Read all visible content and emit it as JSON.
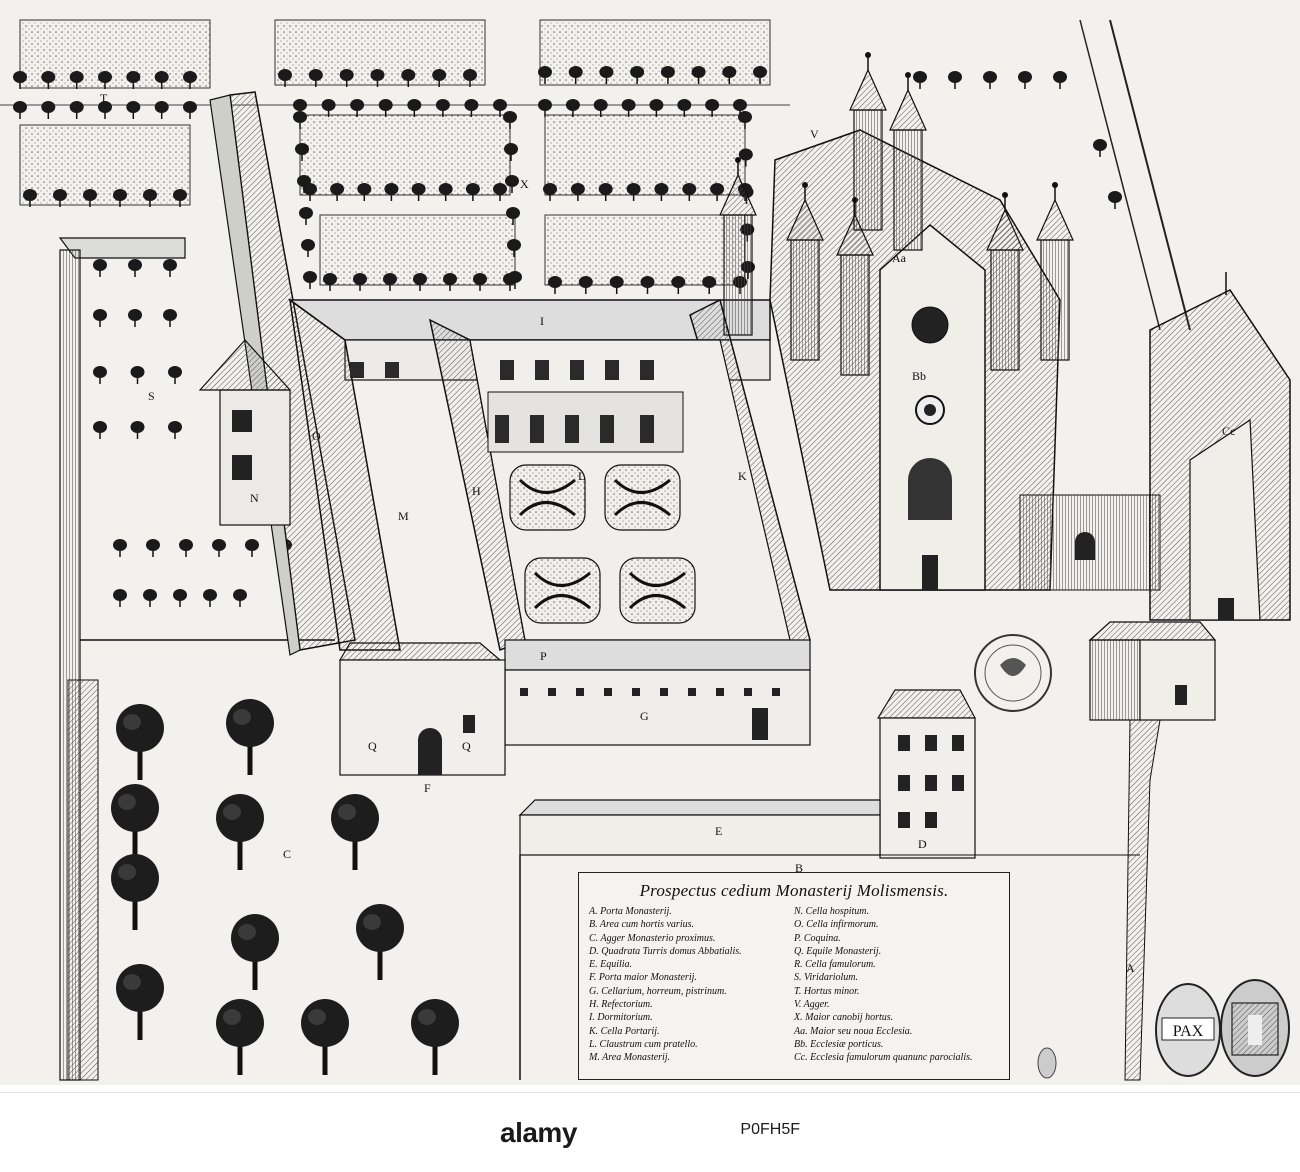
{
  "engraving": {
    "letters": {
      "T": "T",
      "V": "V",
      "X": "X",
      "Aa": "Aa",
      "I": "I",
      "Bb": "Bb",
      "S": "S",
      "N": "N",
      "M": "M",
      "H": "H",
      "L": "L",
      "K": "K",
      "Cc": "Cc",
      "P": "P",
      "G": "G",
      "Q1": "Q",
      "Q2": "Q",
      "F": "F",
      "E": "E",
      "B": "B",
      "D": "D",
      "C": "C",
      "A": "A",
      "O": "O"
    },
    "seal_text": "PAX"
  },
  "legend": {
    "title": "Prospectus cedium Monasterij Molismensis.",
    "left": [
      "A. Porta Monasterij.",
      "B. Area cum hortis varius.",
      "C. Agger Monasterio proximus.",
      "D. Quadrata Turris domus Abbatialis.",
      "E. Equilia.",
      "F. Porta maior Monasterij.",
      "G. Cellarium, horreum, pistrinum.",
      "H. Refectorium.",
      "I. Dormitorium.",
      "K. Cella Portarij.",
      "L. Claustrum cum pratello.",
      "M. Area Monasterij."
    ],
    "right": [
      "N. Cella hospitum.",
      "O. Cella infirmorum.",
      "P. Coquina.",
      "Q. Equile Monasterij.",
      "R. Cella famulorum.",
      "S. Viridariolum.",
      "T. Hortus minor.",
      "V. Agger.",
      "X. Maior canobij hortus.",
      "Aa. Maior seu noua Ecclesia.",
      "Bb. Ecclesiæ porticus.",
      "Cc. Ecclesia famulorum quanunc parocialis."
    ]
  },
  "watermark": {
    "brand": "alamy",
    "image_id": "P0FH5F"
  },
  "colors": {
    "paper": "#f2f1ee",
    "ink": "#1a1a1a"
  }
}
